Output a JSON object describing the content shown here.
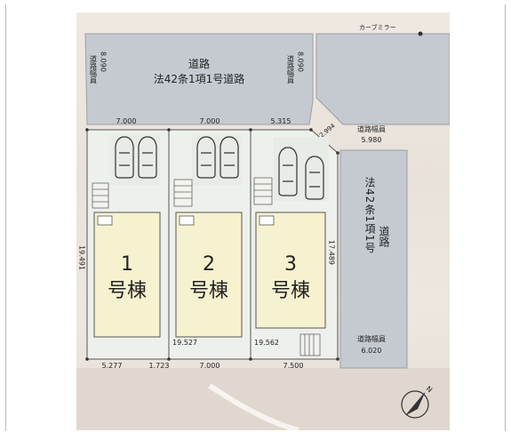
{
  "road_top": {
    "name": "道路",
    "law": "法42条1項1号道路",
    "width_label": "道路幅員",
    "width_value": "8.090"
  },
  "road_right": {
    "law_text": "法42条1項1号",
    "road_text": "道路",
    "width_label_top": "道路幅員",
    "width_value_top": "5.980",
    "width_label_bottom": "道路幅員",
    "width_value_bottom": "6.020"
  },
  "curve_mirror": "カーブミラー",
  "buildings": [
    {
      "number": "1",
      "label": "号棟"
    },
    {
      "number": "2",
      "label": "号棟"
    },
    {
      "number": "3",
      "label": "号棟"
    }
  ],
  "dimensions": {
    "top_1": "7.000",
    "top_2": "7.000",
    "top_3": "5.315",
    "corner": "2.994",
    "left_depth": "19.491",
    "right_depth": "17.489",
    "depth_2": "19.527",
    "depth_3": "19.562",
    "bottom_1a": "5.277",
    "bottom_1b": "1.723",
    "bottom_2": "7.000",
    "bottom_3": "7.500"
  },
  "compass_letter": "N",
  "colors": {
    "road": "#c5cad0",
    "lot": "#eef0ec",
    "building": "#f6f2cf",
    "parking": "#e8ebe6"
  }
}
